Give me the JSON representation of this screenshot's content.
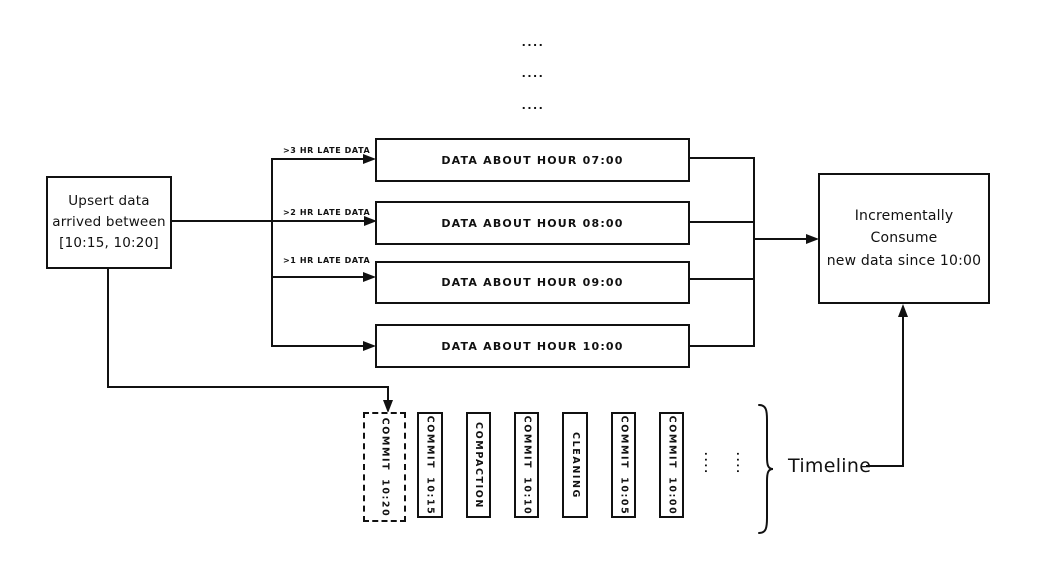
{
  "diagram": {
    "colors": {
      "ink": "#111111",
      "background": "#ffffff"
    },
    "top_ellipsis": [
      "....",
      "....",
      "...."
    ],
    "upsert_box": "Upsert data\narrived between\n[10:15, 10:20]",
    "late_data_labels": [
      ">3 HR LATE DATA",
      ">2 HR LATE DATA",
      ">1 HR LATE DATA"
    ],
    "data_boxes": [
      "DATA ABOUT HOUR 07:00",
      "DATA ABOUT HOUR 08:00",
      "DATA ABOUT HOUR 09:00",
      "DATA ABOUT HOUR 10:00"
    ],
    "consumer_box": "Incrementally Consume\nnew data since 10:00",
    "timeline": {
      "commits": [
        "COMMIT 10:20",
        "COMMIT 10:15",
        "COMPACTION",
        "COMMIT 10:10",
        "CLEANING",
        "COMMIT 10:05",
        "COMMIT 10:00"
      ],
      "ellipsis": [
        "....",
        "...."
      ],
      "label": "Timeline"
    }
  }
}
